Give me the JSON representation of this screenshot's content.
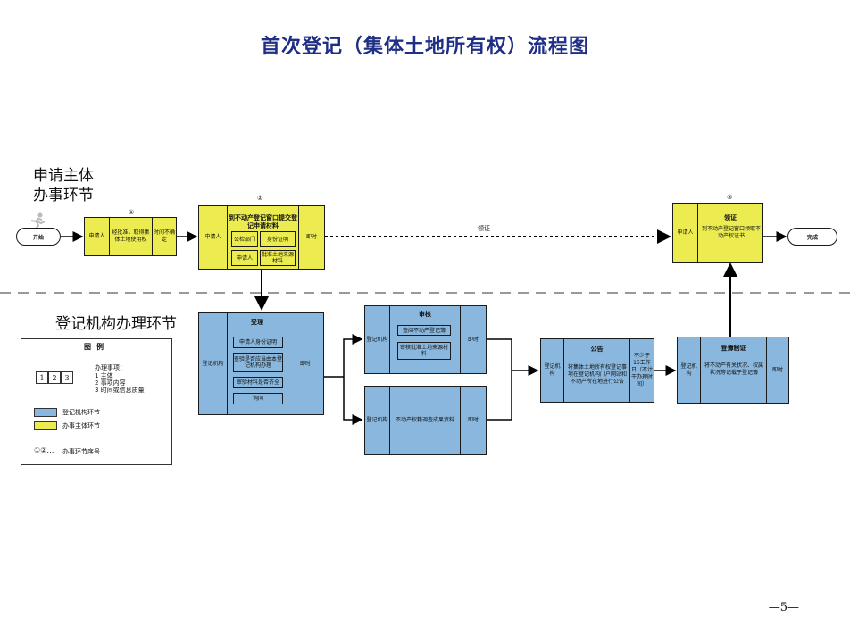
{
  "title": "首次登记（集体土地所有权）流程图",
  "sections": {
    "applicant_label_l1": "申请主体",
    "applicant_label_l2": "办事环节",
    "agency_label": "登记机构办理环节"
  },
  "start": "开始",
  "end": "完成",
  "nodes": {
    "n1": {
      "num": "①",
      "left": "申请人",
      "middle": "经批准，取得集体土地使用权",
      "right": "时间不确定"
    },
    "n2": {
      "num": "②",
      "left": "申请人",
      "title": "到不动产登记窗口提交登记申请材料",
      "items": [
        "公检部门",
        "身份证明",
        "申请人",
        "批准土地来源材料"
      ],
      "right": "即时"
    },
    "n3": {
      "num": "③",
      "left": "申请人",
      "title": "领证",
      "body": "到不动产登记窗口领取不动产权证书"
    },
    "lingzheng": "领证",
    "accept": {
      "left": "登记机构",
      "title": "受理",
      "items": [
        "申请人身份证明",
        "查验是否应当由本登记机构办理",
        "审验材料是否齐全",
        "询问"
      ],
      "right": "即时"
    },
    "review": {
      "left": "登记机构",
      "title": "审核",
      "items": [
        "查阅不动产登记簿",
        "审核批准土地来源材料"
      ],
      "right": "即时"
    },
    "survey": {
      "left": "登记机构",
      "body": "不动产权籍调查成果资料",
      "right": "即时"
    },
    "notice": {
      "left": "登记机构",
      "title": "公告",
      "body": "将集体土地所有权登记事项在登记机构门户网站和不动产所在地进行公告",
      "right": "不少于15工作日（不计于办理时间）"
    },
    "register": {
      "left": "登记机构",
      "title": "登簿制证",
      "body": "将不动产有关状况、权属状况等记载于登记簿",
      "right": "即时"
    }
  },
  "legend": {
    "title": "图例",
    "cells": [
      "1",
      "2",
      "3"
    ],
    "items_title": "办理事项：",
    "items": [
      "1 主体",
      "2 事项内容",
      "3 时间或信息质量"
    ],
    "blue_label": "登记机构环节",
    "yellow_label": "办事主体环节",
    "seq_symbol": "①②…",
    "seq_label": "办事环节序号"
  },
  "page_number": "—5—",
  "colors": {
    "yellow": "#ecec50",
    "blue": "#89b7dd",
    "title": "#1f2f86"
  }
}
